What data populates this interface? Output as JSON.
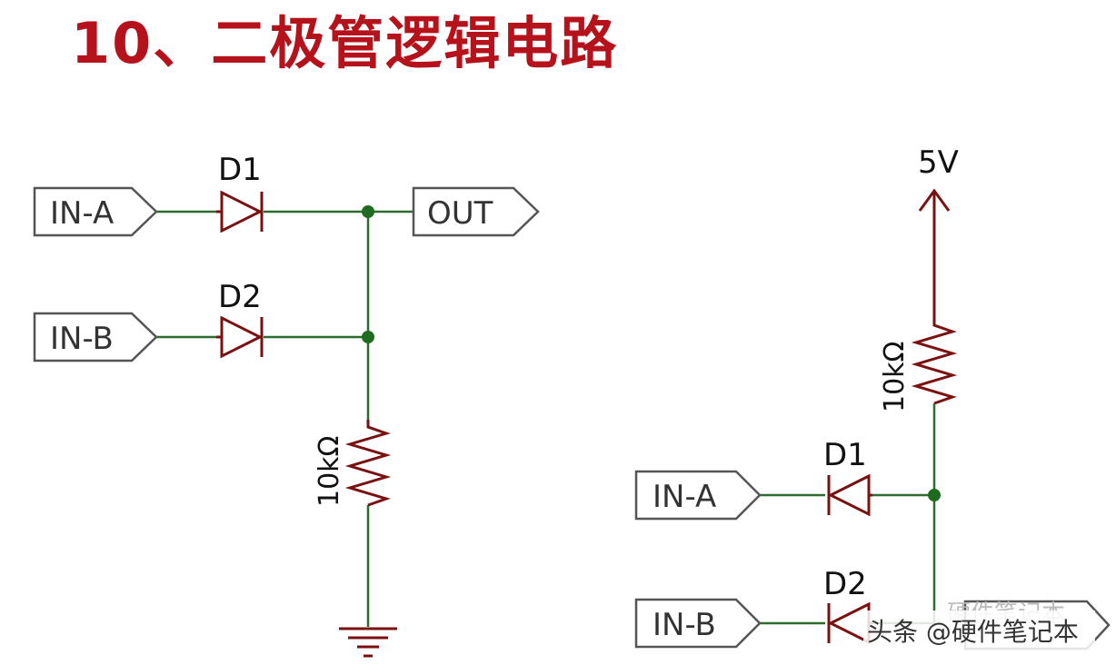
{
  "title": "10、二极管逻辑电路",
  "left_circuit": {
    "input_a": "IN-A",
    "input_b": "IN-B",
    "output": "OUT",
    "diode_1": "D1",
    "diode_2": "D2",
    "resistor": "10kΩ"
  },
  "right_circuit": {
    "supply": "5V",
    "resistor": "10kΩ",
    "diode_1": "D1",
    "diode_2": "D2",
    "input_a": "IN-A",
    "input_b": "IN-B"
  },
  "watermark": {
    "text": "头条 @硬件笔记本",
    "faint_text": "硬件笔记本"
  },
  "colors": {
    "title": "#b5121b",
    "wire": "#2e6b2e",
    "component": "#7a1010"
  }
}
